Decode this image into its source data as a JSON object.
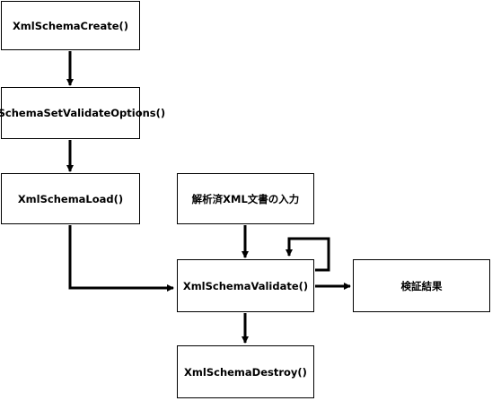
{
  "diagram": {
    "nodes": {
      "create": "XmlSchemaCreate()",
      "set_options": "XmlSchemaSetValidateOptions()",
      "load": "XmlSchemaLoad()",
      "input": "解析済XML文書の入力",
      "validate": "XmlSchemaValidate()",
      "result": "検証結果",
      "destroy": "XmlSchemaDestroy()"
    },
    "edges": [
      {
        "from": "create",
        "to": "set_options"
      },
      {
        "from": "set_options",
        "to": "load"
      },
      {
        "from": "load",
        "to": "validate"
      },
      {
        "from": "input",
        "to": "validate"
      },
      {
        "from": "validate",
        "to": "validate"
      },
      {
        "from": "validate",
        "to": "result"
      },
      {
        "from": "validate",
        "to": "destroy"
      }
    ],
    "colors": {
      "line": "#000000",
      "box_border": "#000000",
      "box_fill": "#ffffff"
    }
  }
}
